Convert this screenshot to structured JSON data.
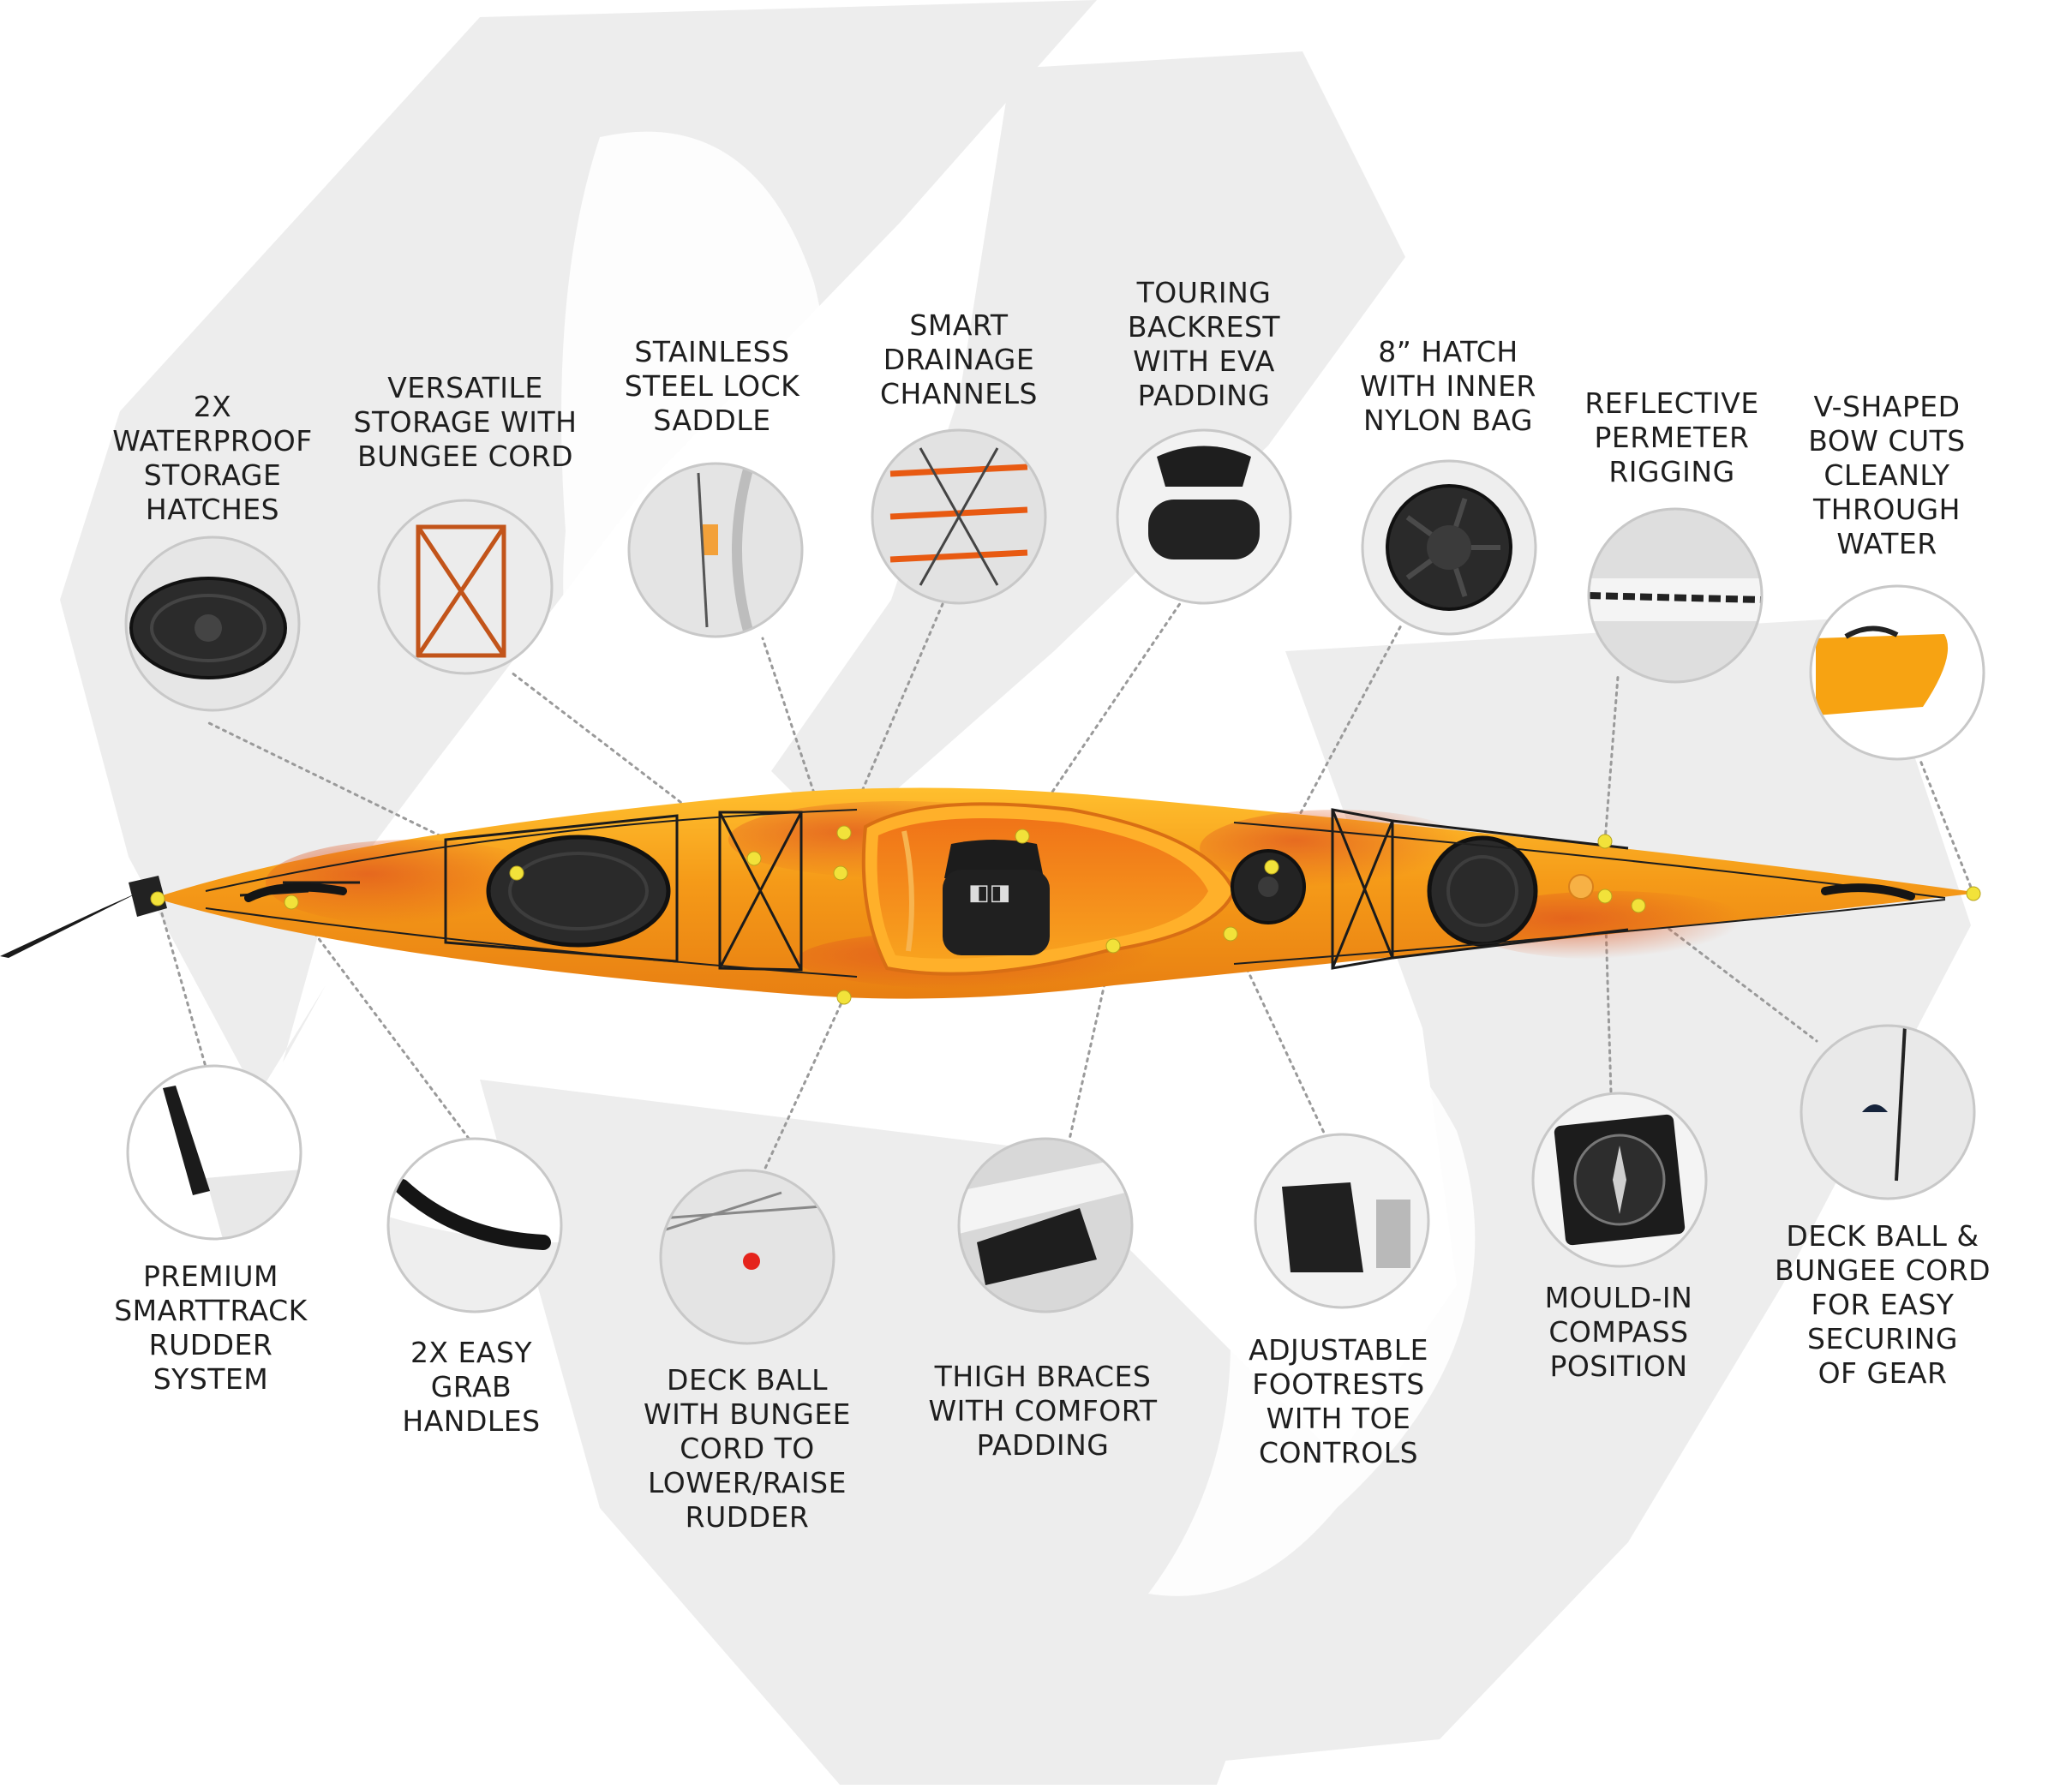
{
  "features": [
    {
      "id": "storage-hatches",
      "lines": [
        "2X",
        "WATERPROOF",
        "STORAGE",
        "HATCHES"
      ],
      "thumb": "hatch"
    },
    {
      "id": "bungee-storage",
      "lines": [
        "VERSATILE",
        "STORAGE WITH",
        "BUNGEE CORD"
      ],
      "thumb": "bungee"
    },
    {
      "id": "lock-saddle",
      "lines": [
        "STAINLESS",
        "STEEL LOCK",
        "SADDLE"
      ],
      "thumb": "saddle"
    },
    {
      "id": "drainage",
      "lines": [
        "SMART",
        "DRAINAGE",
        "CHANNELS"
      ],
      "thumb": "drainage"
    },
    {
      "id": "backrest",
      "lines": [
        "TOURING",
        "BACKREST",
        "WITH EVA",
        "PADDING"
      ],
      "thumb": "seat"
    },
    {
      "id": "hatch-8",
      "lines": [
        "8” HATCH",
        "WITH INNER",
        "NYLON BAG"
      ],
      "thumb": "roundhatch"
    },
    {
      "id": "rigging",
      "lines": [
        "REFLECTIVE",
        "PERMETER",
        "RIGGING"
      ],
      "thumb": "rigging"
    },
    {
      "id": "bow",
      "lines": [
        "V-SHAPED",
        "BOW CUTS",
        "CLEANLY",
        "THROUGH",
        "WATER"
      ],
      "thumb": "bow"
    },
    {
      "id": "rudder",
      "lines": [
        "PREMIUM",
        "SMARTTRACK",
        "RUDDER",
        "SYSTEM"
      ],
      "thumb": "rudder"
    },
    {
      "id": "handles",
      "lines": [
        "2X EASY",
        "GRAB",
        "HANDLES"
      ],
      "thumb": "handle"
    },
    {
      "id": "deck-ball-rudder",
      "lines": [
        "DECK BALL",
        "WITH BUNGEE",
        "CORD TO",
        "LOWER/RAISE",
        "RUDDER"
      ],
      "thumb": "deckball"
    },
    {
      "id": "thigh-braces",
      "lines": [
        "THIGH BRACES",
        "WITH COMFORT",
        "PADDING"
      ],
      "thumb": "thigh"
    },
    {
      "id": "footrests",
      "lines": [
        "ADJUSTABLE",
        "FOOTRESTS",
        "WITH TOE",
        "CONTROLS"
      ],
      "thumb": "footrest"
    },
    {
      "id": "compass",
      "lines": [
        "MOULD-IN",
        "COMPASS",
        "POSITION"
      ],
      "thumb": "compass"
    },
    {
      "id": "deck-ball-gear",
      "lines": [
        "DECK BALL &",
        "BUNGEE CORD",
        "FOR EASY",
        "SECURING",
        "OF GEAR"
      ],
      "thumb": "deckball2"
    }
  ],
  "colors": {
    "hull": "#f29a1a",
    "hull_light": "#ffc93a",
    "hull_dark": "#e2561e",
    "marker": "#f2e23a",
    "leader": "#9a9a9a",
    "circle_border": "#c8c8c8",
    "watermark": "#ececec"
  }
}
